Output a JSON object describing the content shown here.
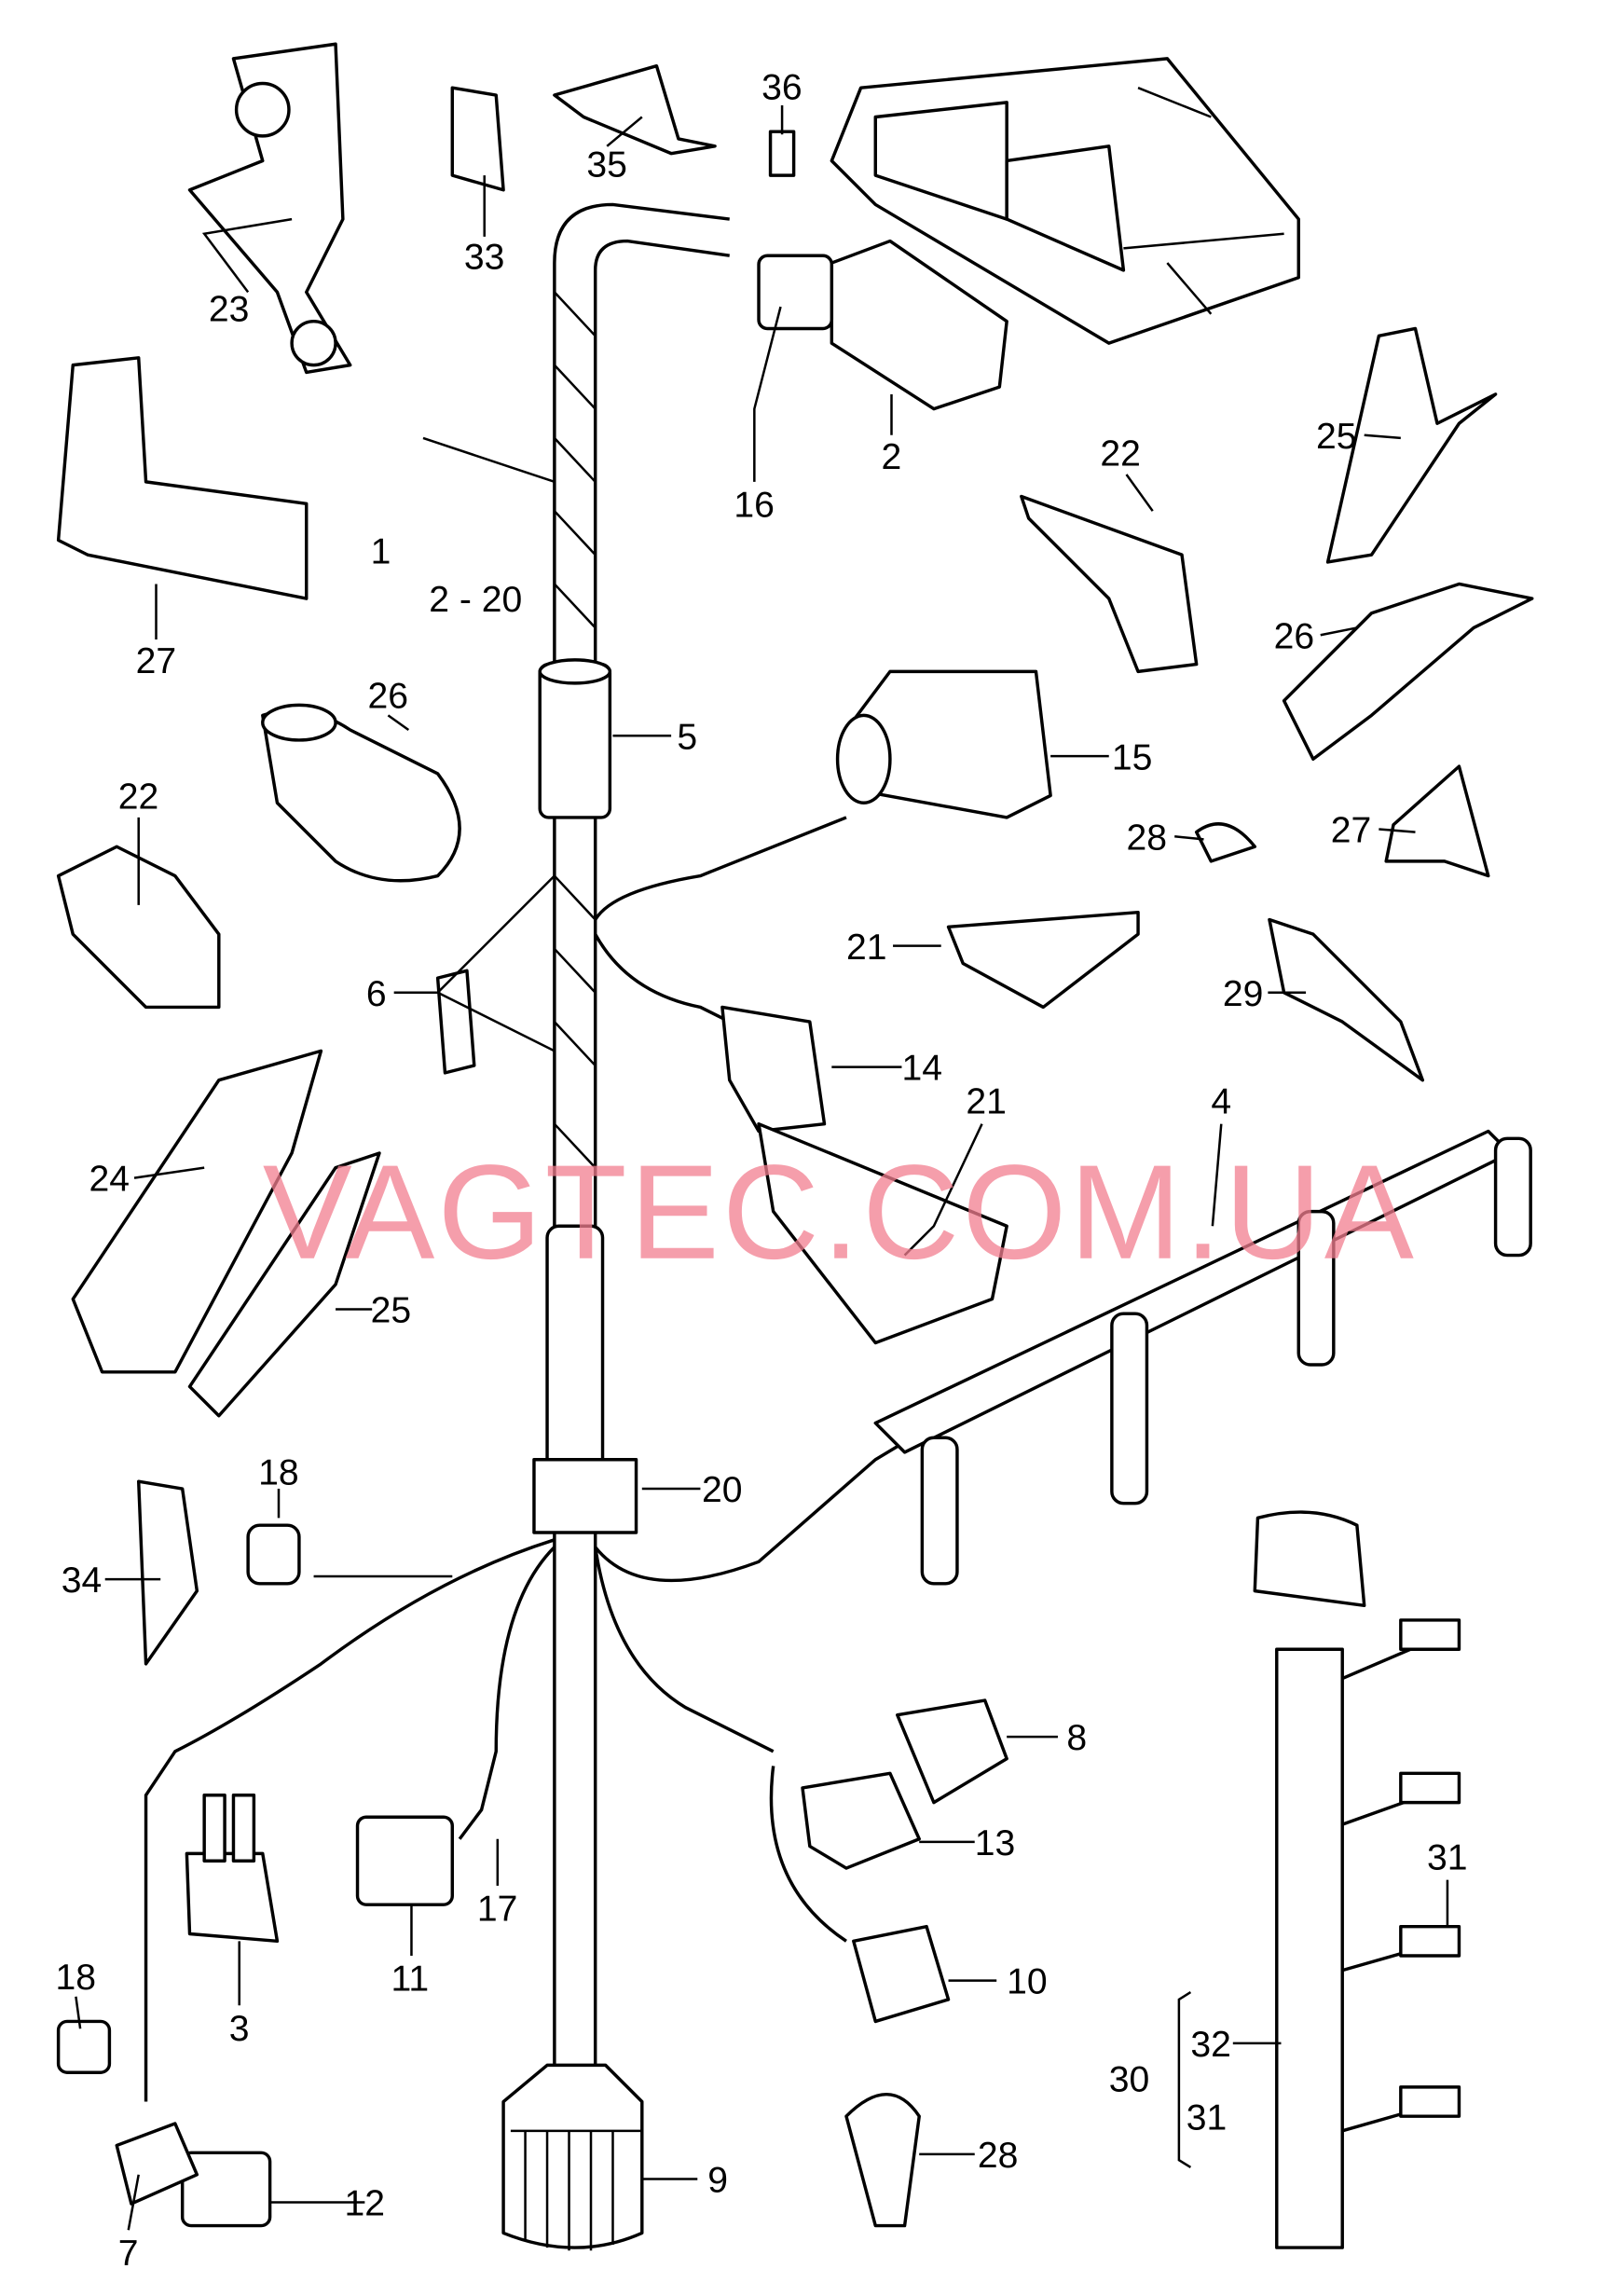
{
  "watermark": "VAGTEC.COM.UA",
  "labels": [
    "36",
    "35",
    "33",
    "23",
    "2",
    "16",
    "1",
    "2 - 20",
    "22",
    "25",
    "26",
    "27",
    "26",
    "5",
    "15",
    "22",
    "28",
    "27",
    "21",
    "6",
    "29",
    "14",
    "24",
    "21",
    "4",
    "25",
    "18",
    "20",
    "34",
    "8",
    "13",
    "31",
    "17",
    "3",
    "11",
    "10",
    "18",
    "32",
    "30",
    "31",
    "12",
    "9",
    "28",
    "7"
  ],
  "colors": {
    "watermark": "#f27d8f",
    "line": "#000000",
    "background": "#ffffff"
  }
}
